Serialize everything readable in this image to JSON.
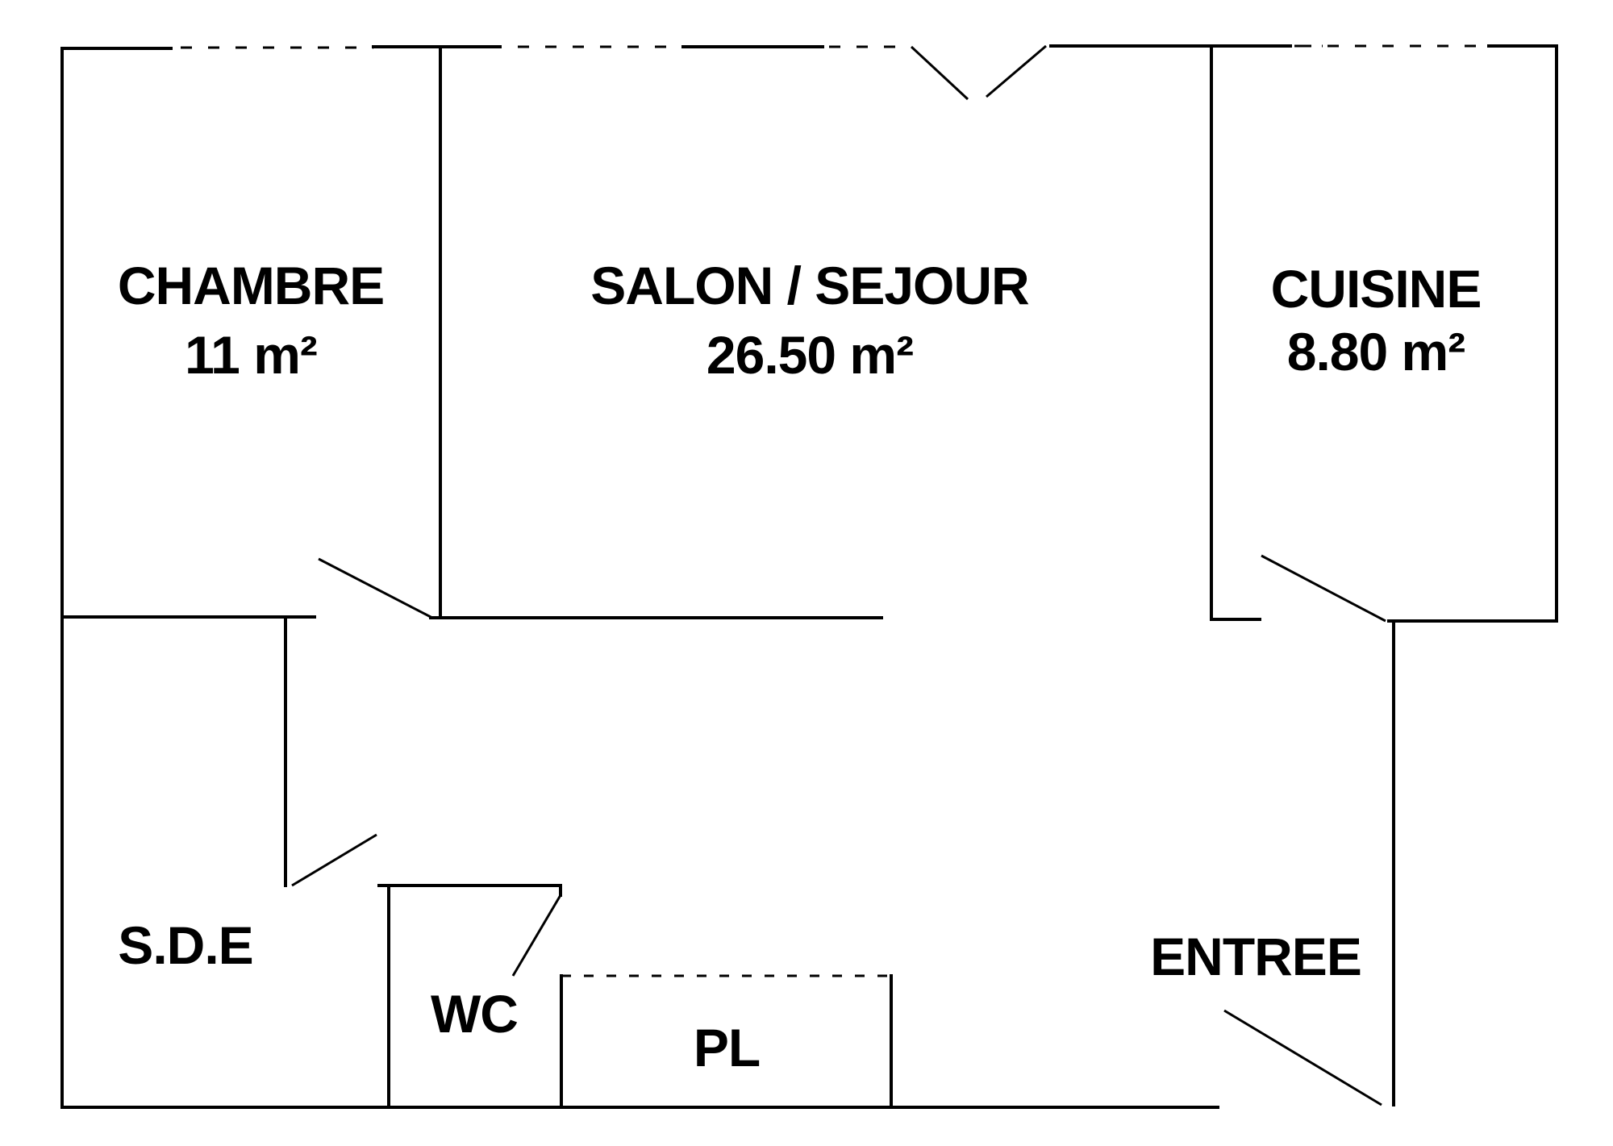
{
  "rooms": {
    "chambre": {
      "name": "CHAMBRE",
      "area": "11 m²"
    },
    "salon": {
      "name": "SALON / SEJOUR",
      "area": "26.50 m²"
    },
    "cuisine": {
      "name": "CUISINE",
      "area": "8.80 m²"
    },
    "sde": {
      "name": "S.D.E"
    },
    "wc": {
      "name": "WC"
    },
    "pl": {
      "name": "PL"
    },
    "entree": {
      "name": "ENTREE"
    }
  }
}
